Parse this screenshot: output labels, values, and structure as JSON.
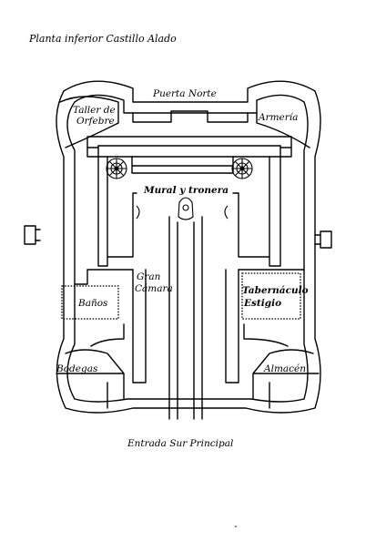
{
  "title": "Planta inferior Castillo Alado",
  "rooms": {
    "puerta_norte": "Puerta Norte",
    "taller_line1": "Taller de",
    "taller_line2": "Orfebre",
    "armeria": "Armería",
    "mural": "Mural y tronera",
    "gran_line1": "Gran",
    "gran_line2": "Cámara",
    "banos": "Baños",
    "tab_line1": "Tabernáculo",
    "tab_line2": "Estigio",
    "bodegas": "Bodegas",
    "almacen": "Almacén",
    "entrada": "Entrada Sur Principal"
  },
  "colors": {
    "ink": "#000000",
    "paper": "#ffffff"
  }
}
